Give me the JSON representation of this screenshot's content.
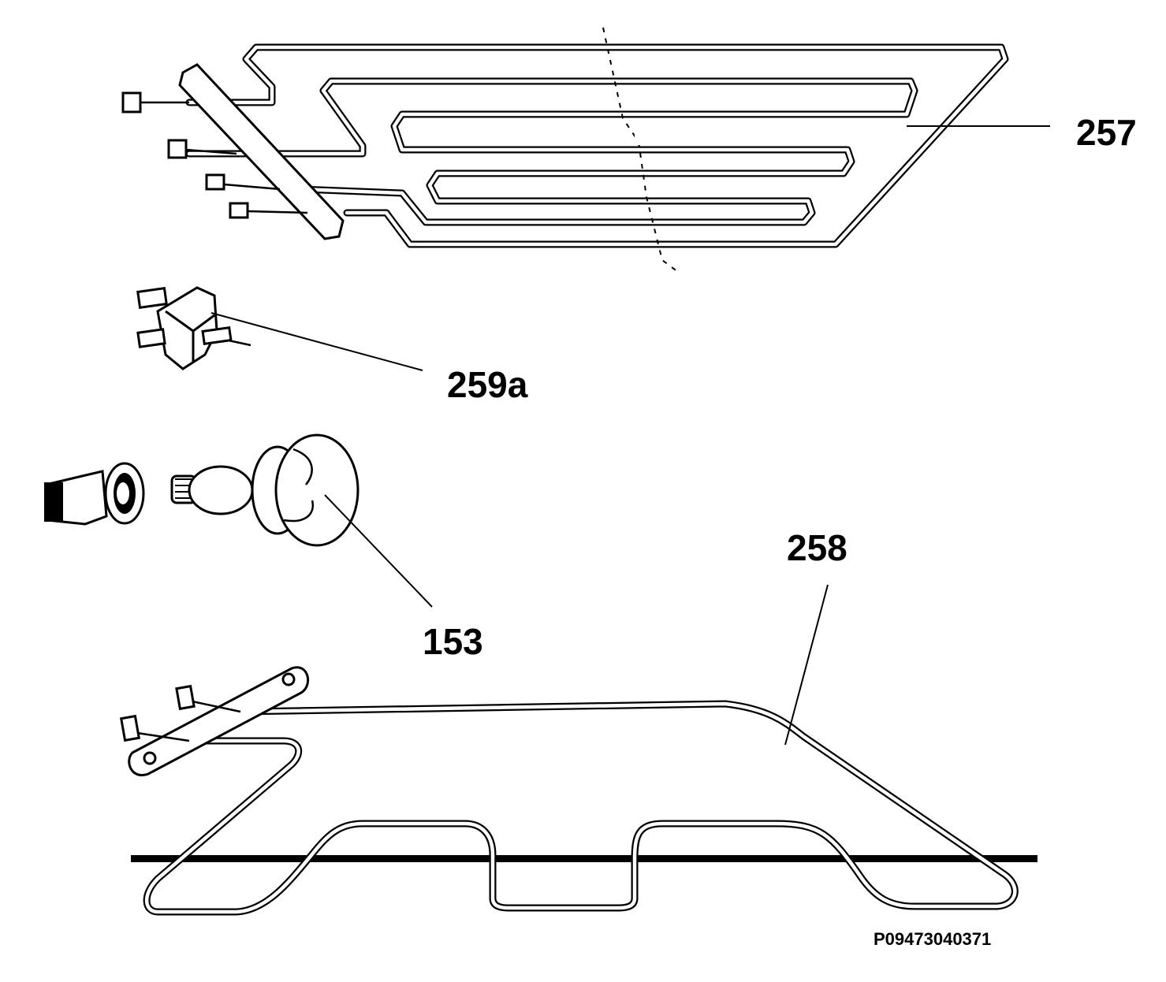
{
  "callouts": {
    "part_257": "257",
    "part_259a": "259a",
    "part_153": "153",
    "part_258": "258"
  },
  "drawing_code": "P09473040371",
  "colors": {
    "line": "#000000",
    "background": "#ffffff"
  }
}
